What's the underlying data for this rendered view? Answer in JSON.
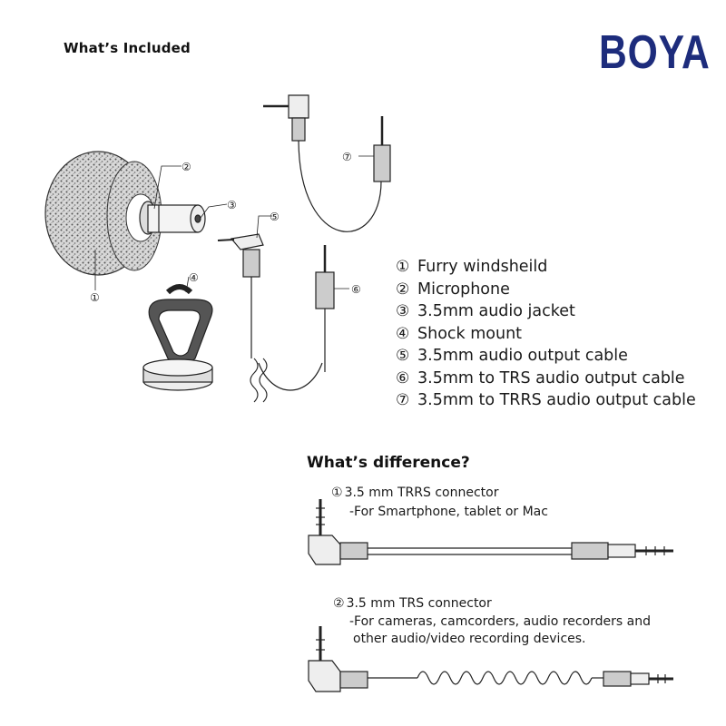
{
  "header": {
    "title": "What’s Included",
    "brand": "BOYA"
  },
  "callouts": [
    "①",
    "②",
    "③",
    "④",
    "⑤",
    "⑥",
    "⑦"
  ],
  "legend": [
    {
      "num": "①",
      "label": "Furry windsheild"
    },
    {
      "num": "②",
      "label": "Microphone"
    },
    {
      "num": "③",
      "label": "3.5mm audio jacket"
    },
    {
      "num": "④",
      "label": "Shock mount"
    },
    {
      "num": "⑤",
      "label": "3.5mm audio output cable"
    },
    {
      "num": "⑥",
      "label": "3.5mm to TRS audio output cable"
    },
    {
      "num": "⑦",
      "label": "3.5mm to TRRS audio output cable"
    }
  ],
  "difference": {
    "title": "What’s difference?",
    "connectors": [
      {
        "num": "①",
        "title": "3.5 mm TRRS connector",
        "desc": [
          "-For Smartphone, tablet or Mac"
        ]
      },
      {
        "num": "②",
        "title": "3.5 mm TRS connector",
        "desc": [
          "-For cameras, camcorders, audio recorders and",
          "other audio/video recording devices."
        ]
      }
    ]
  },
  "colors": {
    "brand": "#1d2c7c",
    "line": "#222222"
  }
}
